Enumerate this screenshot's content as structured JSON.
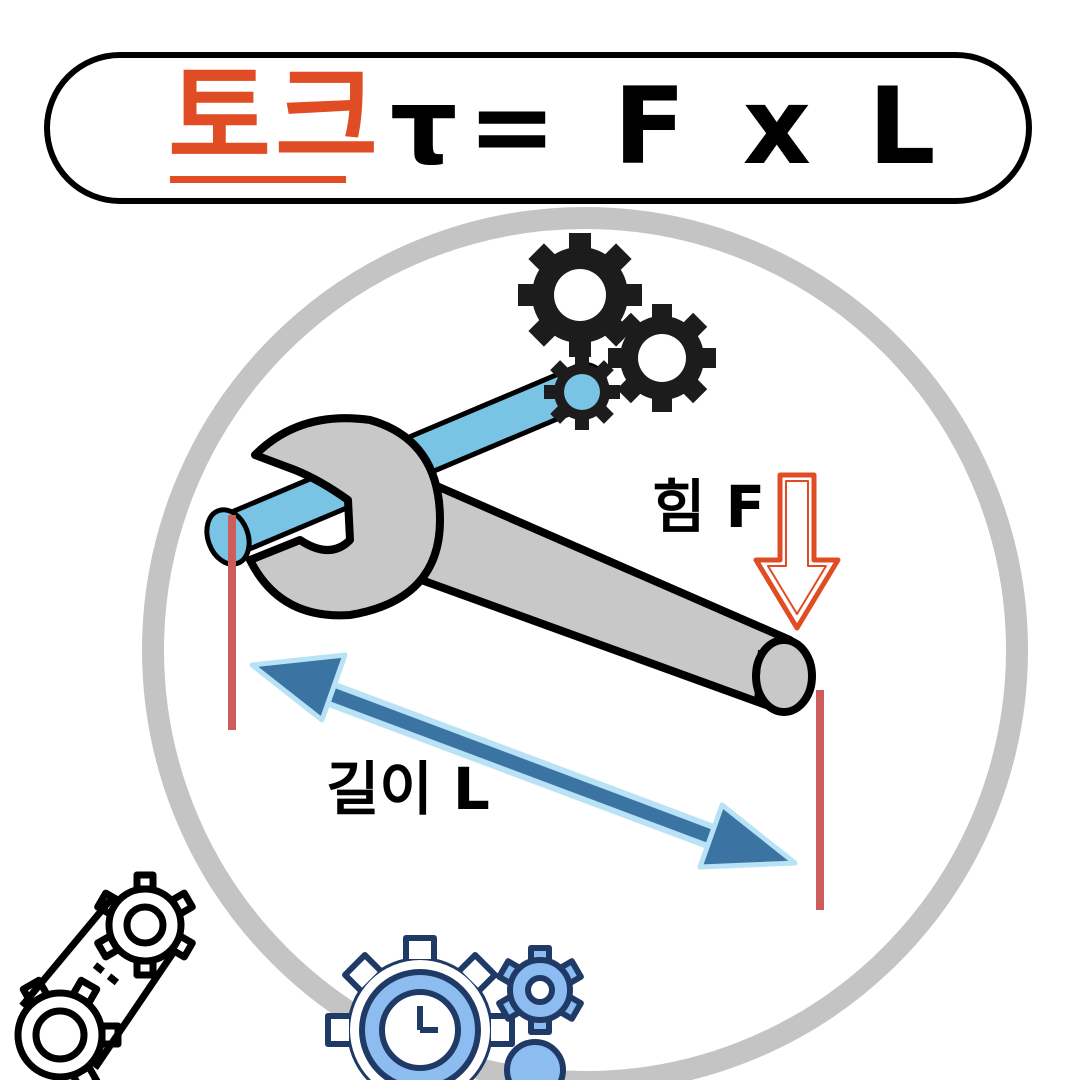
{
  "title": {
    "korean": "토크",
    "formula": "τ= F x L"
  },
  "labels": {
    "force": "힘 F",
    "length": "길이 L"
  },
  "colors": {
    "title_accent": "#e04c24",
    "circle": "#c4c4c4",
    "rod": "#79c4e4",
    "wrench": "#c8c8c8",
    "force_arrow": "#e04c24",
    "length_arrow": "#3b74a3",
    "marker_lines": "#cd5c5c",
    "bottom_icons_blue": "#8cbcf0"
  },
  "icons": [
    "gear-cluster-icon",
    "wrench-icon",
    "force-arrow-icon",
    "length-arrow-icon",
    "gear-belt-icon",
    "gear-clock-icon"
  ]
}
